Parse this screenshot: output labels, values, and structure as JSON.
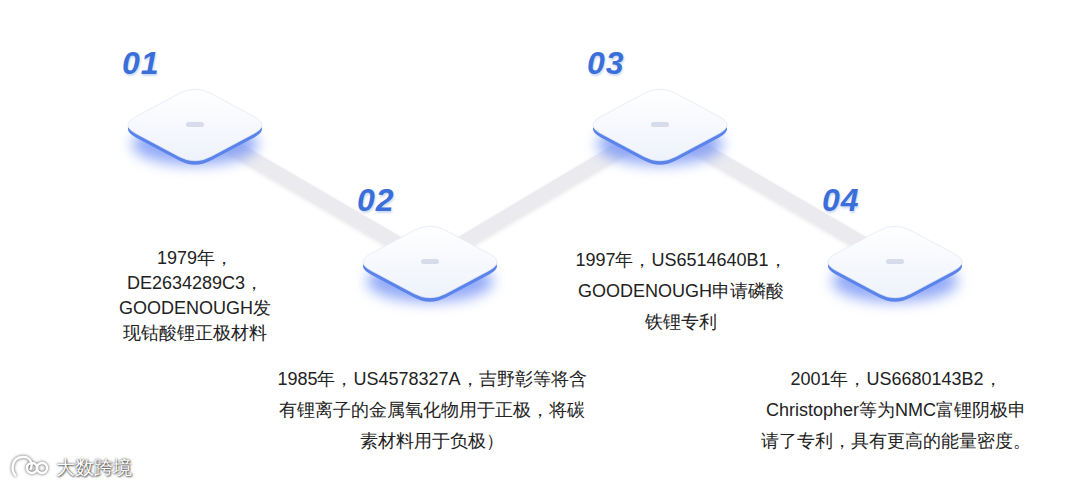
{
  "diagram": {
    "nodes": [
      {
        "text": [
          "01"
        ]
      },
      {
        "text": [
          "02"
        ]
      },
      {
        "text": [
          "03"
        ]
      },
      {
        "text": [
          "04"
        ]
      }
    ],
    "edges": [
      {
        "from": 0,
        "to": 1,
        "arrow": "none"
      },
      {
        "from": 1,
        "to": 2,
        "arrow": "none"
      },
      {
        "from": 2,
        "to": 3,
        "arrow": "none"
      }
    ],
    "labels": [
      "1979年， DE2634289C3， GOODENOUGH发 现钴酸锂正极材料",
      "1985年，US4578327A，吉野彰等将含 有锂离子的金属氧化物用于正极，将碳 素材料用于负极）",
      "1997年，US6514640B1， GOODENOUGH申请磷酸 铁锂专利",
      "2001年，US6680143B2， Christopher等为NMC富锂阴极申 请了专利，具有更高的能量密度。",
      "大数跨境"
    ]
  }
}
